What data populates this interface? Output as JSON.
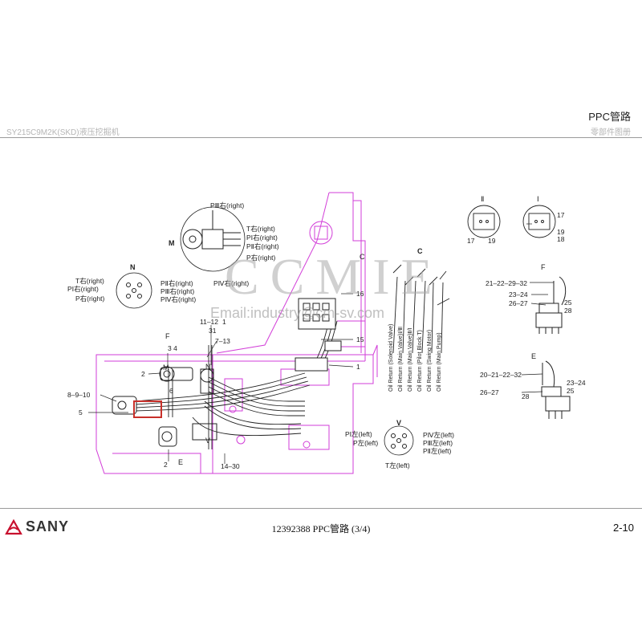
{
  "header": {
    "title": "PPC管路",
    "model": "SY215C9M2K(SKD)液压挖掘机",
    "subtitle": "零部件图册"
  },
  "footer": {
    "brand": "SANY",
    "doc": "12392388 PPC管路 (3/4)",
    "page": "2-10"
  },
  "watermark": {
    "text": "CCMIE",
    "email": "Email:industry@cm-sv.com"
  },
  "views": {
    "M": {
      "label": "M",
      "top": "PⅢ右(right)",
      "t": "T右(right)",
      "p1": "PⅠ右(right)",
      "p2": "PⅡ右(right)",
      "p": "P右(right)",
      "p4": "PⅣ右(right)"
    },
    "N": {
      "label": "N",
      "t": "T右(right)",
      "p1": "PⅠ右(right)",
      "p": "P右(right)",
      "p2": "PⅡ右(right)",
      "p3": "PⅢ右(right)",
      "p4": "PⅣ右(right)"
    },
    "V": {
      "label": "V",
      "p1": "PⅠ左(left)",
      "p": "P左(left)",
      "p4": "PⅣ左(left)",
      "p3": "PⅢ左(left)",
      "p2": "PⅡ左(left)",
      "t": "T左(left)"
    },
    "C": {
      "label": "C",
      "l1": "Oil Return (Solenoid Valve)",
      "l2": "Oil Return (Main Valve)Ⅰ/Ⅲ",
      "l3": "Oil Return (Main Valve)Ⅱ/Ⅰ",
      "l4": "Oil Return (Pilot Block T)",
      "l5": "Oil Return (Swing Motor)",
      "l6": "Oil Return (Main Pump)"
    },
    "II": {
      "label": "Ⅱ",
      "a": "17",
      "b": "19"
    },
    "I": {
      "label": "Ⅰ",
      "a": "17",
      "b": "19",
      "c": "18"
    },
    "F": {
      "label": "F",
      "a": "21–22–29–32",
      "b": "23–24",
      "c": "26–27",
      "d": "25",
      "e": "28"
    },
    "E": {
      "label": "E",
      "a": "20–21–22–32",
      "b": "23–24",
      "c": "25",
      "d": "26–27",
      "e": "28"
    }
  },
  "callouts": {
    "c_label": "C",
    "c16": "16",
    "c15": "15",
    "c1": "1",
    "c11": "11–12",
    "c1b": "1",
    "c31": "31",
    "c713": "7–13",
    "cF": "F",
    "c34": "3  4",
    "cM": "M",
    "cN": "N",
    "c2a": "2",
    "c6": "6",
    "c8910": "8–9–10",
    "c5": "5",
    "cV": "V",
    "c2b": "2",
    "cE": "E",
    "c1430": "14–30"
  },
  "colors": {
    "magenta": "#d23ed8",
    "highlight": "#c8302a",
    "brand": "#c8102e"
  }
}
